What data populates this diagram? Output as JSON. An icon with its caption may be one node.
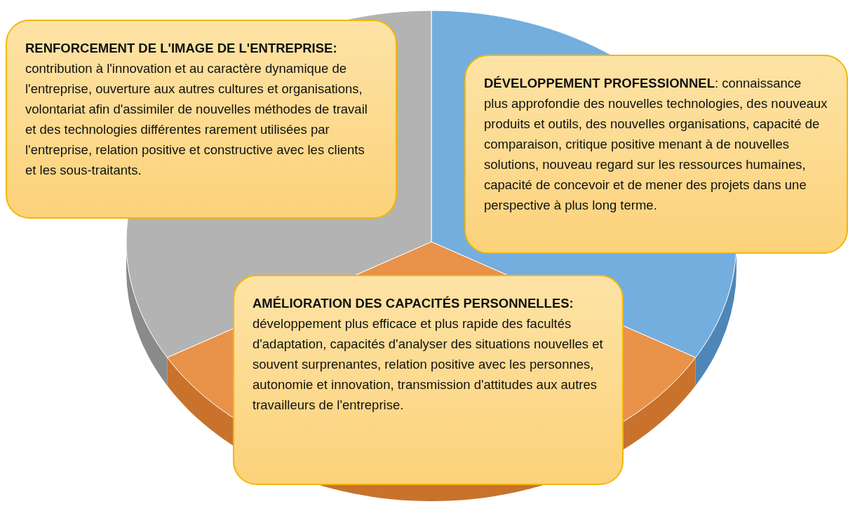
{
  "diagram": {
    "nodes": [
      {
        "text": [
          "RENFORCEMENT DE L'IMAGE DE L'ENTREPRISE:",
          "contribution à l'innovation et au caractère dynamique de l'entreprise, ouverture aux autres cultures et organisations, volontariat afin d'assimiler de nouvelles méthodes de travail et des technologies différentes rarement utilisées par l'entreprise, relation positive et constructive avec les clients et les sous-traitants."
        ]
      },
      {
        "text": [
          "**DÉVELOPPEMENT PROFESSIONNEL**: connaissance plus approfondie des nouvelles technologies, des nouveaux produits et outils, des nouvelles organisations, capacité de comparaison, critique positive menant à de nouvelles solutions, nouveau regard sur les ressources humaines, capacité de concevoir et de mener des projets dans une perspective à plus long terme."
        ]
      },
      {
        "text": [
          "AMÉLIORATION DES CAPACITÉS PERSONNELLES:",
          "développement plus efficace et plus rapide des facultés d'adaptation, capacités d'analyser des situations nouvelles et souvent surprenantes, relation positive avec les personnes, autonomie et innovation, transmission d'attitudes aux autres travailleurs de l'entreprise."
        ]
      }
    ]
  }
}
